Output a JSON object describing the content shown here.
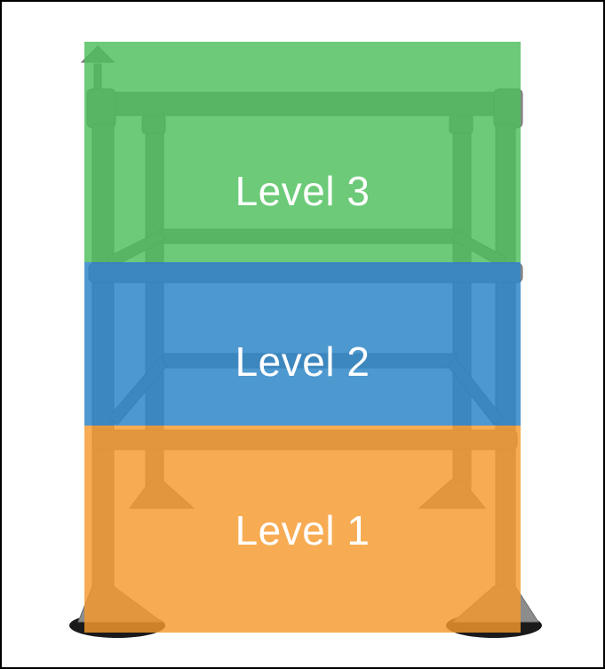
{
  "figure": {
    "levels": [
      {
        "label": "Level 3",
        "color": "#4cbe5a"
      },
      {
        "label": "Level 2",
        "color": "#2f86c8"
      },
      {
        "label": "Level 1",
        "color": "#f59a2e"
      }
    ],
    "pipe_color": "#8a8a8a",
    "foot_color": "#1a1a1a"
  }
}
